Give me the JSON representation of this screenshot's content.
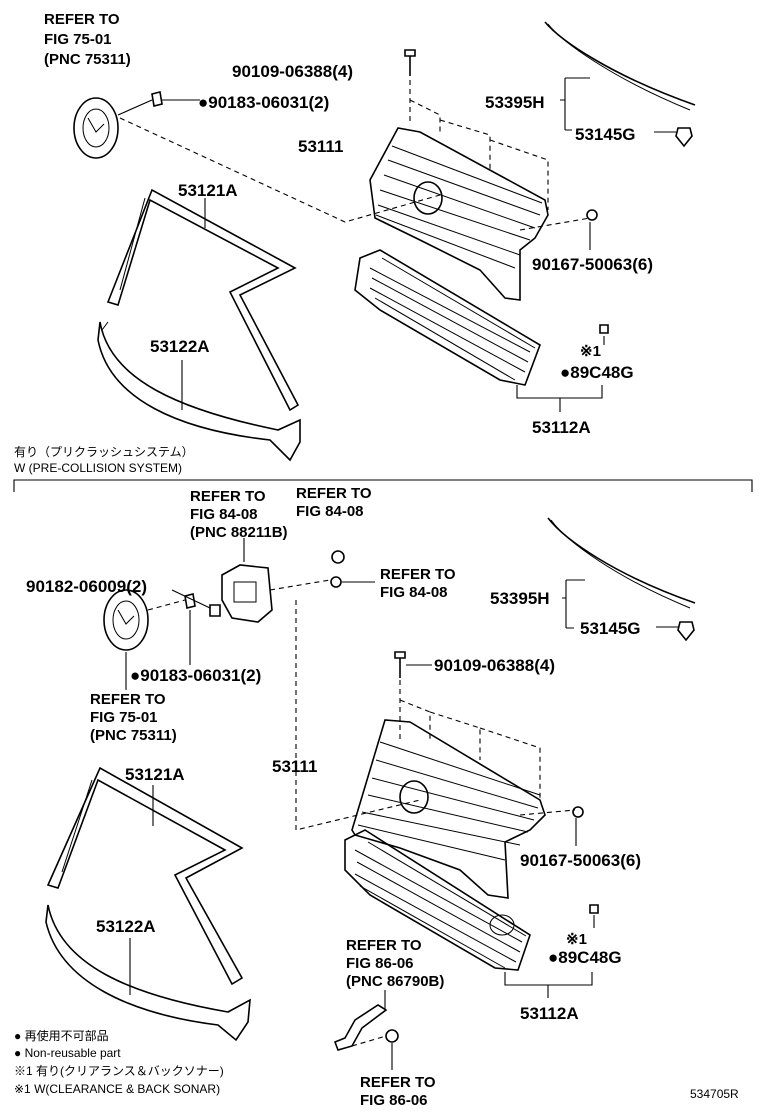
{
  "upper": {
    "emblem_ref": [
      "REFER TO",
      "FIG 75-01",
      "(PNC 75311)"
    ],
    "bolt": "90109-06388(4)",
    "nut_emblem": "●90183-06031(2)",
    "molding_upper": "53395H",
    "clip_upper": "53145G",
    "grille": "53111",
    "molding_a": "53121A",
    "clip_screw": "90167-50063(6)",
    "molding_b": "53122A",
    "note_mark": "※1",
    "sensor_part": "●89C48G",
    "radiator_grille": "53112A",
    "variant_jp": "有り（プリクラッシュシステム）",
    "variant_en": "W (PRE-COLLISION SYSTEM)"
  },
  "lower": {
    "radar_ref": [
      "REFER TO",
      "FIG 84-08",
      "(PNC 88211B)"
    ],
    "radar_ref2": [
      "REFER TO",
      "FIG 84-08"
    ],
    "radar_ref3": [
      "REFER TO",
      "FIG 84-08"
    ],
    "screw": "90182-06009(2)",
    "molding_upper": "53395H",
    "clip_upper": "53145G",
    "nut_emblem": "●90183-06031(2)",
    "bolt": "90109-06388(4)",
    "emblem_ref": [
      "REFER TO",
      "FIG 75-01",
      "(PNC 75311)"
    ],
    "molding_a": "53121A",
    "grille": "53111",
    "clip_screw": "90167-50063(6)",
    "molding_b": "53122A",
    "bracket_ref": [
      "REFER TO",
      "FIG 86-06",
      "(PNC 86790B)"
    ],
    "note_mark": "※1",
    "sensor_part": "●89C48G",
    "radiator_grille": "53112A",
    "bottom_ref": [
      "REFER TO",
      "FIG 86-06"
    ]
  },
  "legend": {
    "nonreusable_jp": "● 再使用不可部品",
    "nonreusable_en": "● Non-reusable part",
    "note_jp": "※1 有り(クリアランス＆バックソナー)",
    "note_en": "※1 W(CLEARANCE & BACK SONAR)"
  },
  "figure_id": "534705R"
}
